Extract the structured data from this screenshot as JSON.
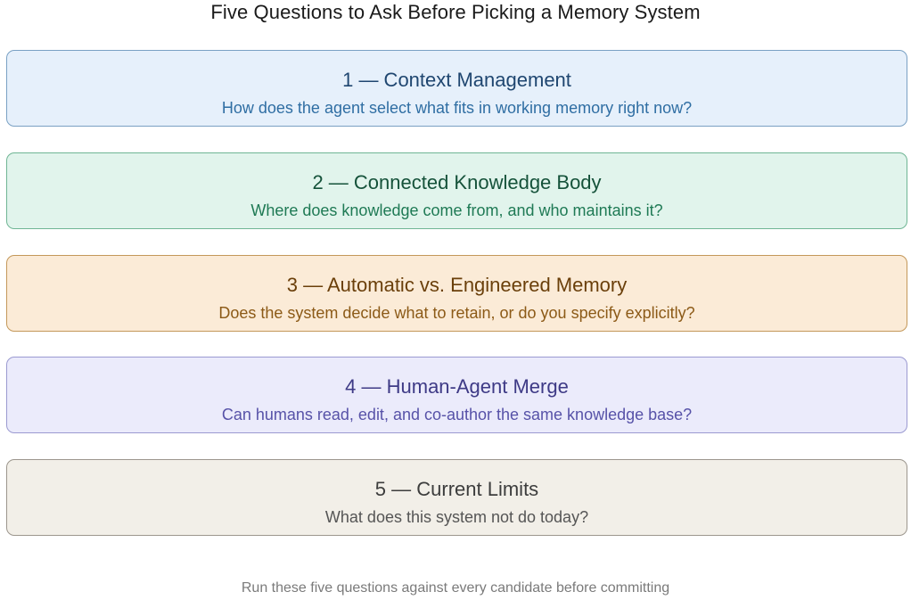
{
  "title": "Five Questions to Ask Before Picking a Memory System",
  "cards": [
    {
      "heading": "1 — Context Management",
      "question": "How does the agent select what fits in working memory right now?"
    },
    {
      "heading": "2 — Connected Knowledge Body",
      "question": "Where does knowledge come from, and who maintains it?"
    },
    {
      "heading": "3 — Automatic vs. Engineered Memory",
      "question": "Does the system decide what to retain, or do you specify explicitly?"
    },
    {
      "heading": "4 — Human-Agent Merge",
      "question": "Can humans read, edit, and co-author the same knowledge base?"
    },
    {
      "heading": "5 — Current Limits",
      "question": "What does this system not do today?"
    }
  ],
  "footer": "Run these five questions against every candidate before committing",
  "colors": {
    "card_1_fill": "#e6f0fb",
    "card_2_fill": "#e1f4ec",
    "card_3_fill": "#fbebd7",
    "card_4_fill": "#ebebfb",
    "card_5_fill": "#f2efe8"
  }
}
